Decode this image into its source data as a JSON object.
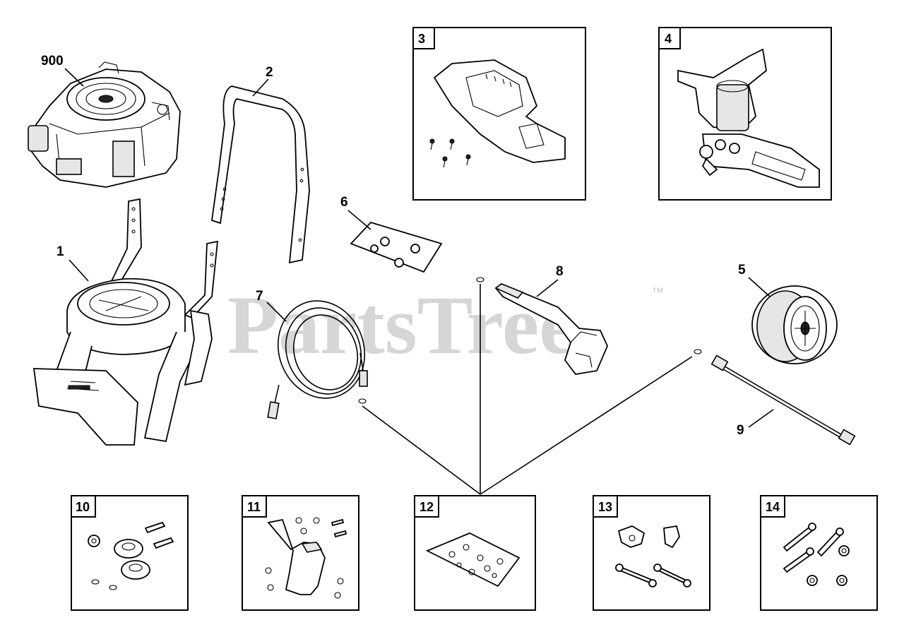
{
  "watermark": {
    "brand": "PartsTree",
    "trademark": "™"
  },
  "callouts": [
    {
      "id": "900"
    },
    {
      "id": "1"
    },
    {
      "id": "2"
    },
    {
      "id": "5"
    },
    {
      "id": "6"
    },
    {
      "id": "7"
    },
    {
      "id": "8"
    },
    {
      "id": "9"
    }
  ],
  "boxes": [
    {
      "id": "3"
    },
    {
      "id": "4"
    },
    {
      "id": "10"
    },
    {
      "id": "11"
    },
    {
      "id": "12"
    },
    {
      "id": "13"
    },
    {
      "id": "14"
    }
  ]
}
